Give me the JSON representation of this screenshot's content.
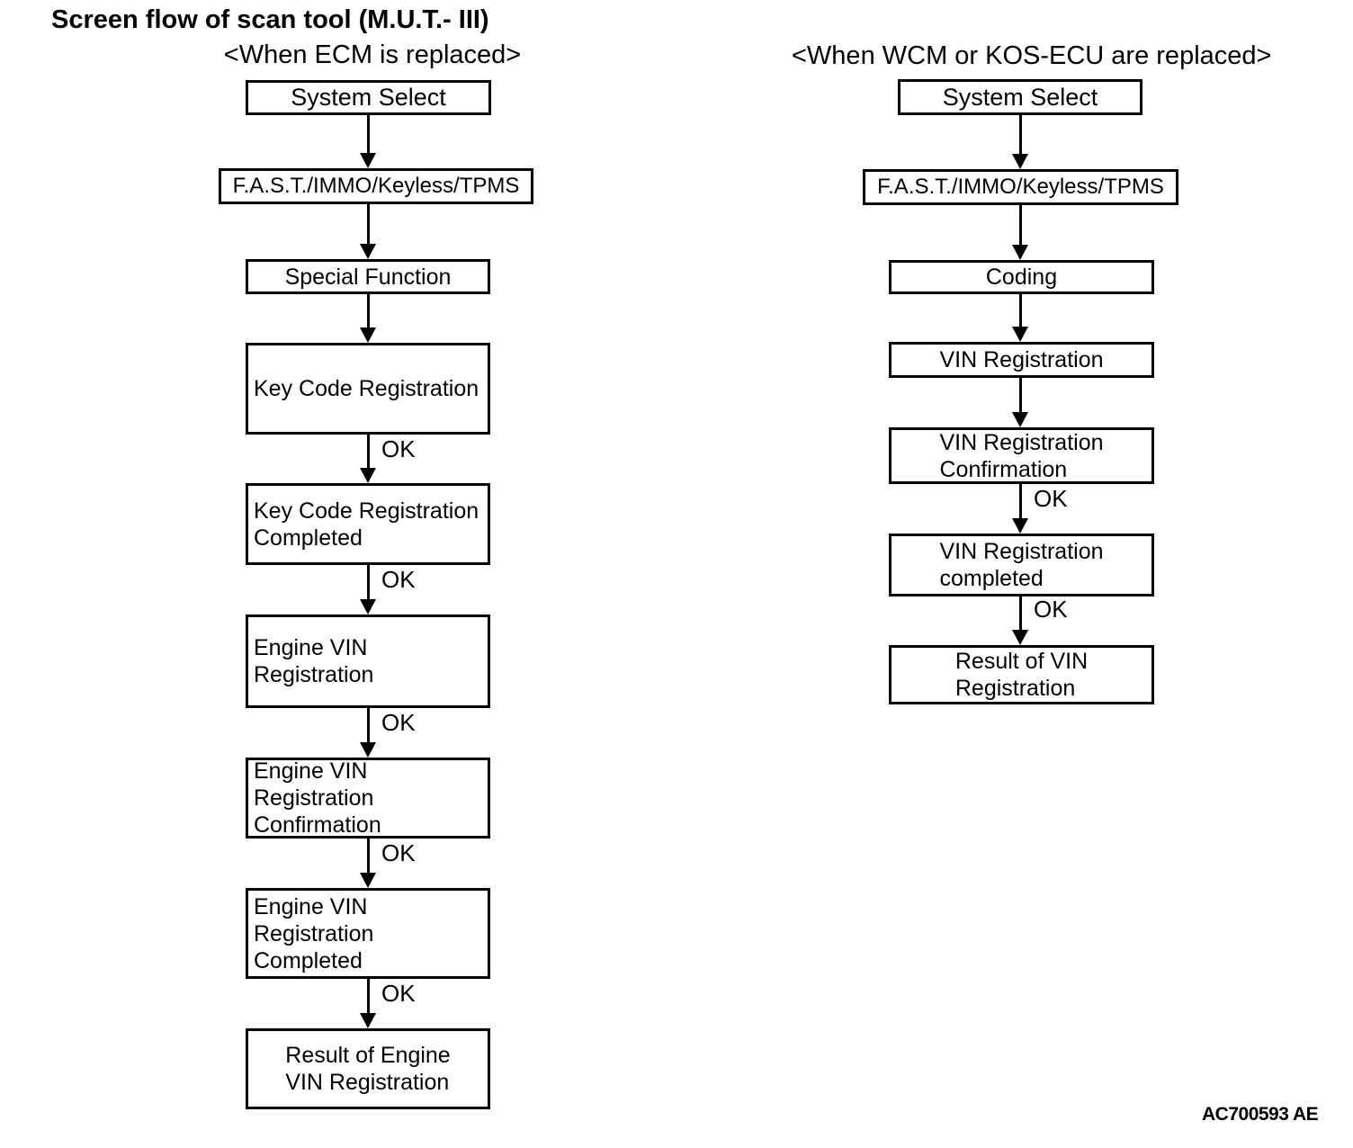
{
  "title": "Screen flow of scan tool (M.U.T.- III)",
  "figure_code": "AC700593 AE",
  "colors": {
    "line": "#000000",
    "background": "#ffffff",
    "text": "#000000"
  },
  "columns": [
    {
      "header": "<When ECM is replaced>",
      "nodes": [
        {
          "label": "System Select"
        },
        {
          "label": "F.A.S.T./IMMO/Keyless/TPMS"
        },
        {
          "label": "Special Function"
        },
        {
          "label": "Key Code Registration"
        },
        {
          "label": "Key Code Registration\nCompleted"
        },
        {
          "label": "Engine VIN Registration"
        },
        {
          "label": "Engine VIN Registration\nConfirmation"
        },
        {
          "label": "Engine VIN Registration\nCompleted"
        },
        {
          "label": "Result of Engine\nVIN Registration"
        }
      ],
      "connectors": [
        "",
        "",
        "",
        "OK",
        "OK",
        "OK",
        "OK",
        "OK"
      ]
    },
    {
      "header": "<When WCM or KOS-ECU are replaced>",
      "nodes": [
        {
          "label": "System Select"
        },
        {
          "label": "F.A.S.T./IMMO/Keyless/TPMS"
        },
        {
          "label": "Coding"
        },
        {
          "label": "VIN Registration"
        },
        {
          "label": "VIN Registration\nConfirmation"
        },
        {
          "label": "VIN Registration\ncompleted"
        },
        {
          "label": "Result of VIN\nRegistration"
        }
      ],
      "connectors": [
        "",
        "",
        "",
        "",
        "OK",
        "OK"
      ]
    }
  ]
}
